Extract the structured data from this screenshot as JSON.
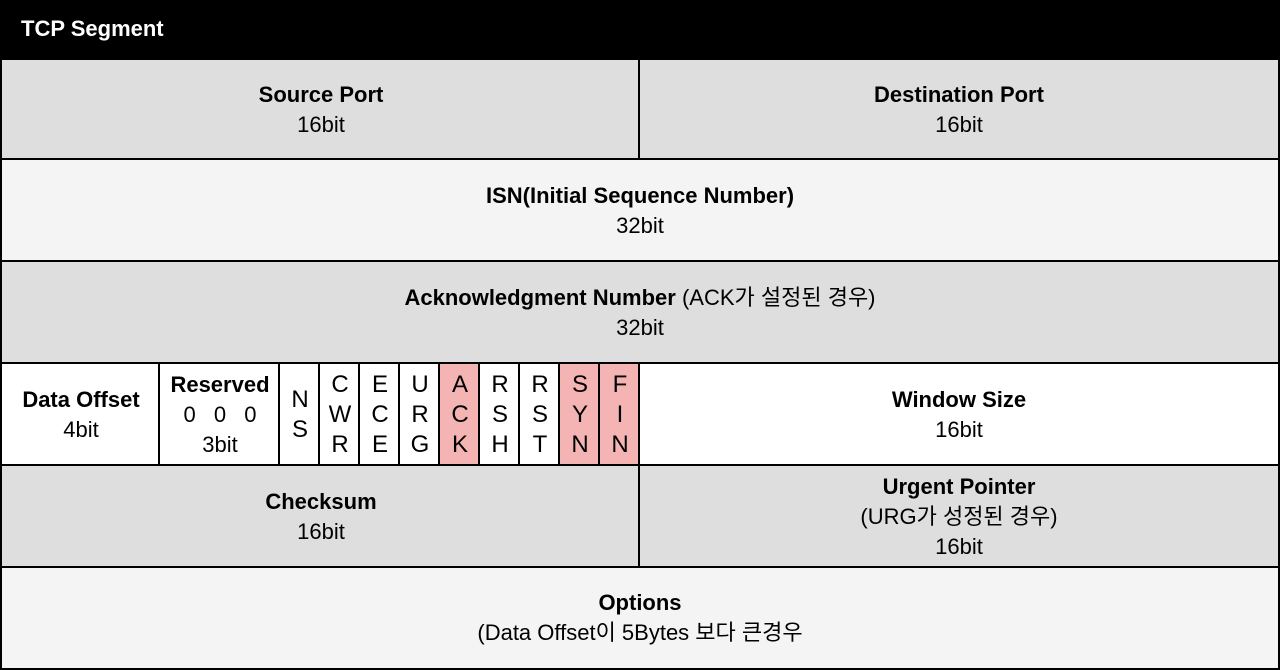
{
  "title": "TCP Segment",
  "source_port": {
    "label": "Source Port",
    "size": "16bit"
  },
  "destination_port": {
    "label": "Destination Port",
    "size": "16bit"
  },
  "isn": {
    "label": "ISN(Initial Sequence Number)",
    "size": "32bit"
  },
  "ack_number": {
    "label": "Acknowledgment Number",
    "note": " (ACK가 설정된 경우)",
    "size": "32bit"
  },
  "data_offset": {
    "label": "Data Offset",
    "size": "4bit"
  },
  "reserved": {
    "label": "Reserved",
    "bits": "0 0 0",
    "size": "3bit"
  },
  "flags": [
    {
      "letters": [
        "N",
        "S"
      ],
      "highlight": false
    },
    {
      "letters": [
        "C",
        "W",
        "R"
      ],
      "highlight": false
    },
    {
      "letters": [
        "E",
        "C",
        "E"
      ],
      "highlight": false
    },
    {
      "letters": [
        "U",
        "R",
        "G"
      ],
      "highlight": false
    },
    {
      "letters": [
        "A",
        "C",
        "K"
      ],
      "highlight": true
    },
    {
      "letters": [
        "R",
        "S",
        "H"
      ],
      "highlight": false
    },
    {
      "letters": [
        "R",
        "S",
        "T"
      ],
      "highlight": false
    },
    {
      "letters": [
        "S",
        "Y",
        "N"
      ],
      "highlight": true
    },
    {
      "letters": [
        "F",
        "I",
        "N"
      ],
      "highlight": true
    }
  ],
  "window_size": {
    "label": "Window Size",
    "size": "16bit"
  },
  "checksum": {
    "label": "Checksum",
    "size": "16bit"
  },
  "urgent_pointer": {
    "label": "Urgent Pointer",
    "note": "(URG가 성정된 경우)",
    "size": "16bit"
  },
  "options": {
    "label": "Options",
    "note": "(Data Offset이 5Bytes 보다 큰경우"
  },
  "colors": {
    "header": "#000000",
    "gray": "#dedede",
    "light": "#f4f4f4",
    "highlight": "#f4b4b4"
  }
}
